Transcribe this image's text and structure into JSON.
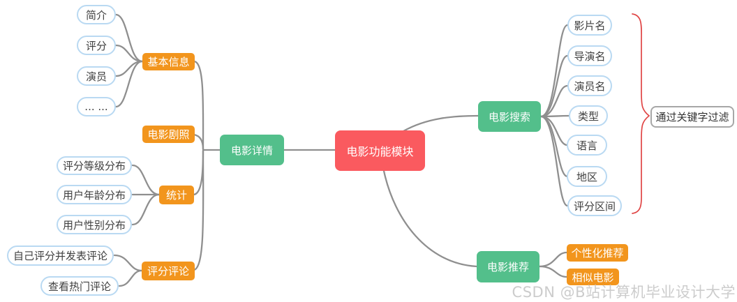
{
  "root": {
    "label": "电影功能模块"
  },
  "detail": {
    "label": "电影详情",
    "basic": {
      "label": "基本信息",
      "items": [
        "简介",
        "评分",
        "演员",
        "... ..."
      ]
    },
    "stills": {
      "label": "电影剧照"
    },
    "stats": {
      "label": "统计",
      "items": [
        "评分等级分布",
        "用户年龄分布",
        "用户性别分布"
      ]
    },
    "comments": {
      "label": "评分评论",
      "items": [
        "自己评分并发表评论",
        "查看热门评论"
      ]
    }
  },
  "search": {
    "label": "电影搜索",
    "items": [
      "影片名",
      "导演名",
      "演员名",
      "类型",
      "语言",
      "地区",
      "评分区间"
    ],
    "annotation": "通过关键字过滤"
  },
  "recommend": {
    "label": "电影推荐",
    "items": [
      "个性化推荐",
      "相似电影"
    ]
  },
  "watermark": "CSDN @B站计算机毕业设计大学",
  "colors": {
    "root_bg": "#fa5a5f",
    "branch_bg": "#53bf8b",
    "sub_bg": "#f2951d",
    "leaf_border": "#b9d9f2",
    "line": "#8f8f8f",
    "brace": "#e04545",
    "watermark": "#cccccc"
  }
}
